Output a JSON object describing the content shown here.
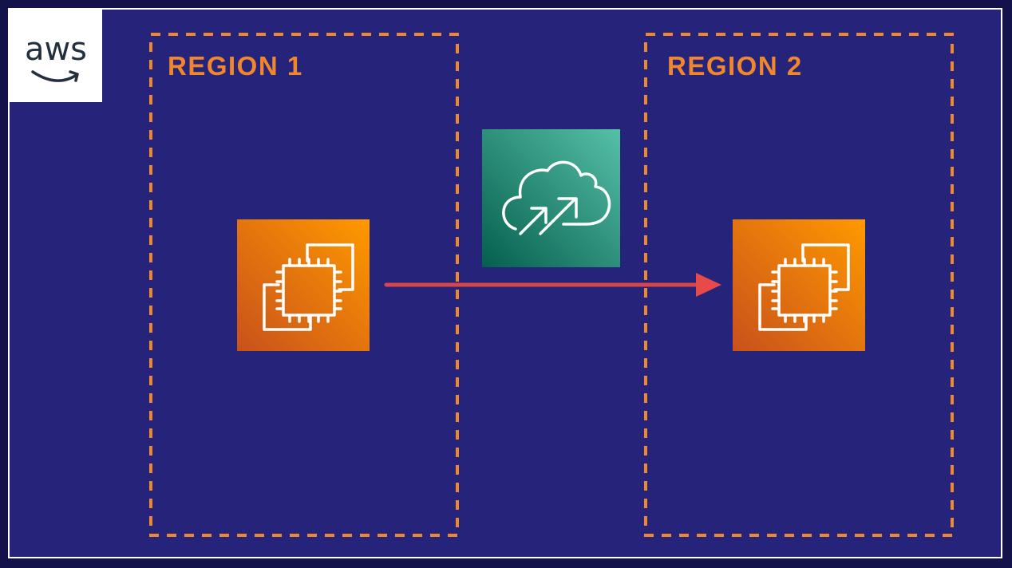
{
  "logo": {
    "text": "aws"
  },
  "regions": [
    {
      "label": "REGION 1"
    },
    {
      "label": "REGION 2"
    }
  ],
  "icons": {
    "source_instance": "ec2-instance-icon",
    "target_instance": "ec2-instance-icon",
    "migration_service": "cloud-migration-icon"
  },
  "colors": {
    "background": "#26237a",
    "region_border": "#f0872c",
    "ec2_gradient_start": "#c8511b",
    "ec2_gradient_end": "#ff9900",
    "service_gradient_start": "#055f4e",
    "service_gradient_end": "#56c0a7",
    "arrow": "#e84a4a"
  }
}
